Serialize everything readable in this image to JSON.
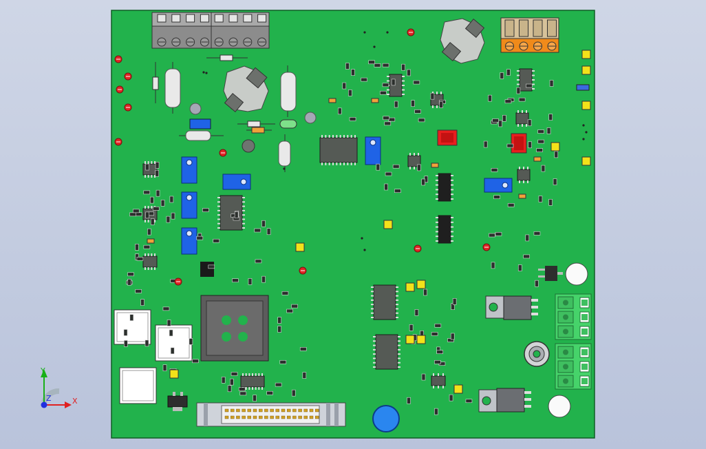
{
  "view": {
    "background_top": "#cfd6e6",
    "background_bottom": "#b9c3db"
  },
  "pcb": {
    "board_color": "#22b24c",
    "board_edge": "#0f5e25",
    "chip_color": "#555a55",
    "trimmer_color": "#1f63e6",
    "connector_green": "#46d36a",
    "connector_orange": "#f08a1a",
    "smd_cap_color": "#f0a23a",
    "status_led_color": "#e81e1e",
    "yellow_part_color": "#f3e21a",
    "bottom_round_part_color": "#2a86ef"
  },
  "axes": {
    "x_label": "X",
    "y_label": "Y",
    "z_label": "Z",
    "x_color": "#e02020",
    "y_color": "#18b018",
    "z_color": "#2030e0"
  }
}
